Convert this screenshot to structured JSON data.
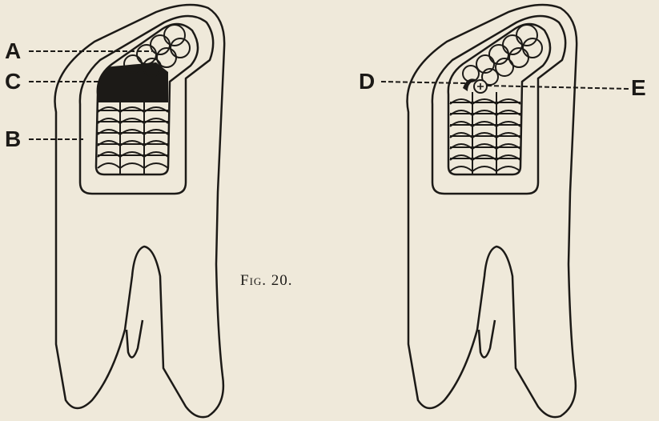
{
  "caption": "Fig. 20.",
  "labels": {
    "a": "A",
    "c": "C",
    "b": "B",
    "d": "D",
    "e": "E"
  },
  "colors": {
    "ink": "#1c1a17",
    "paper": "#efe9da",
    "filling": "#1c1a17"
  }
}
